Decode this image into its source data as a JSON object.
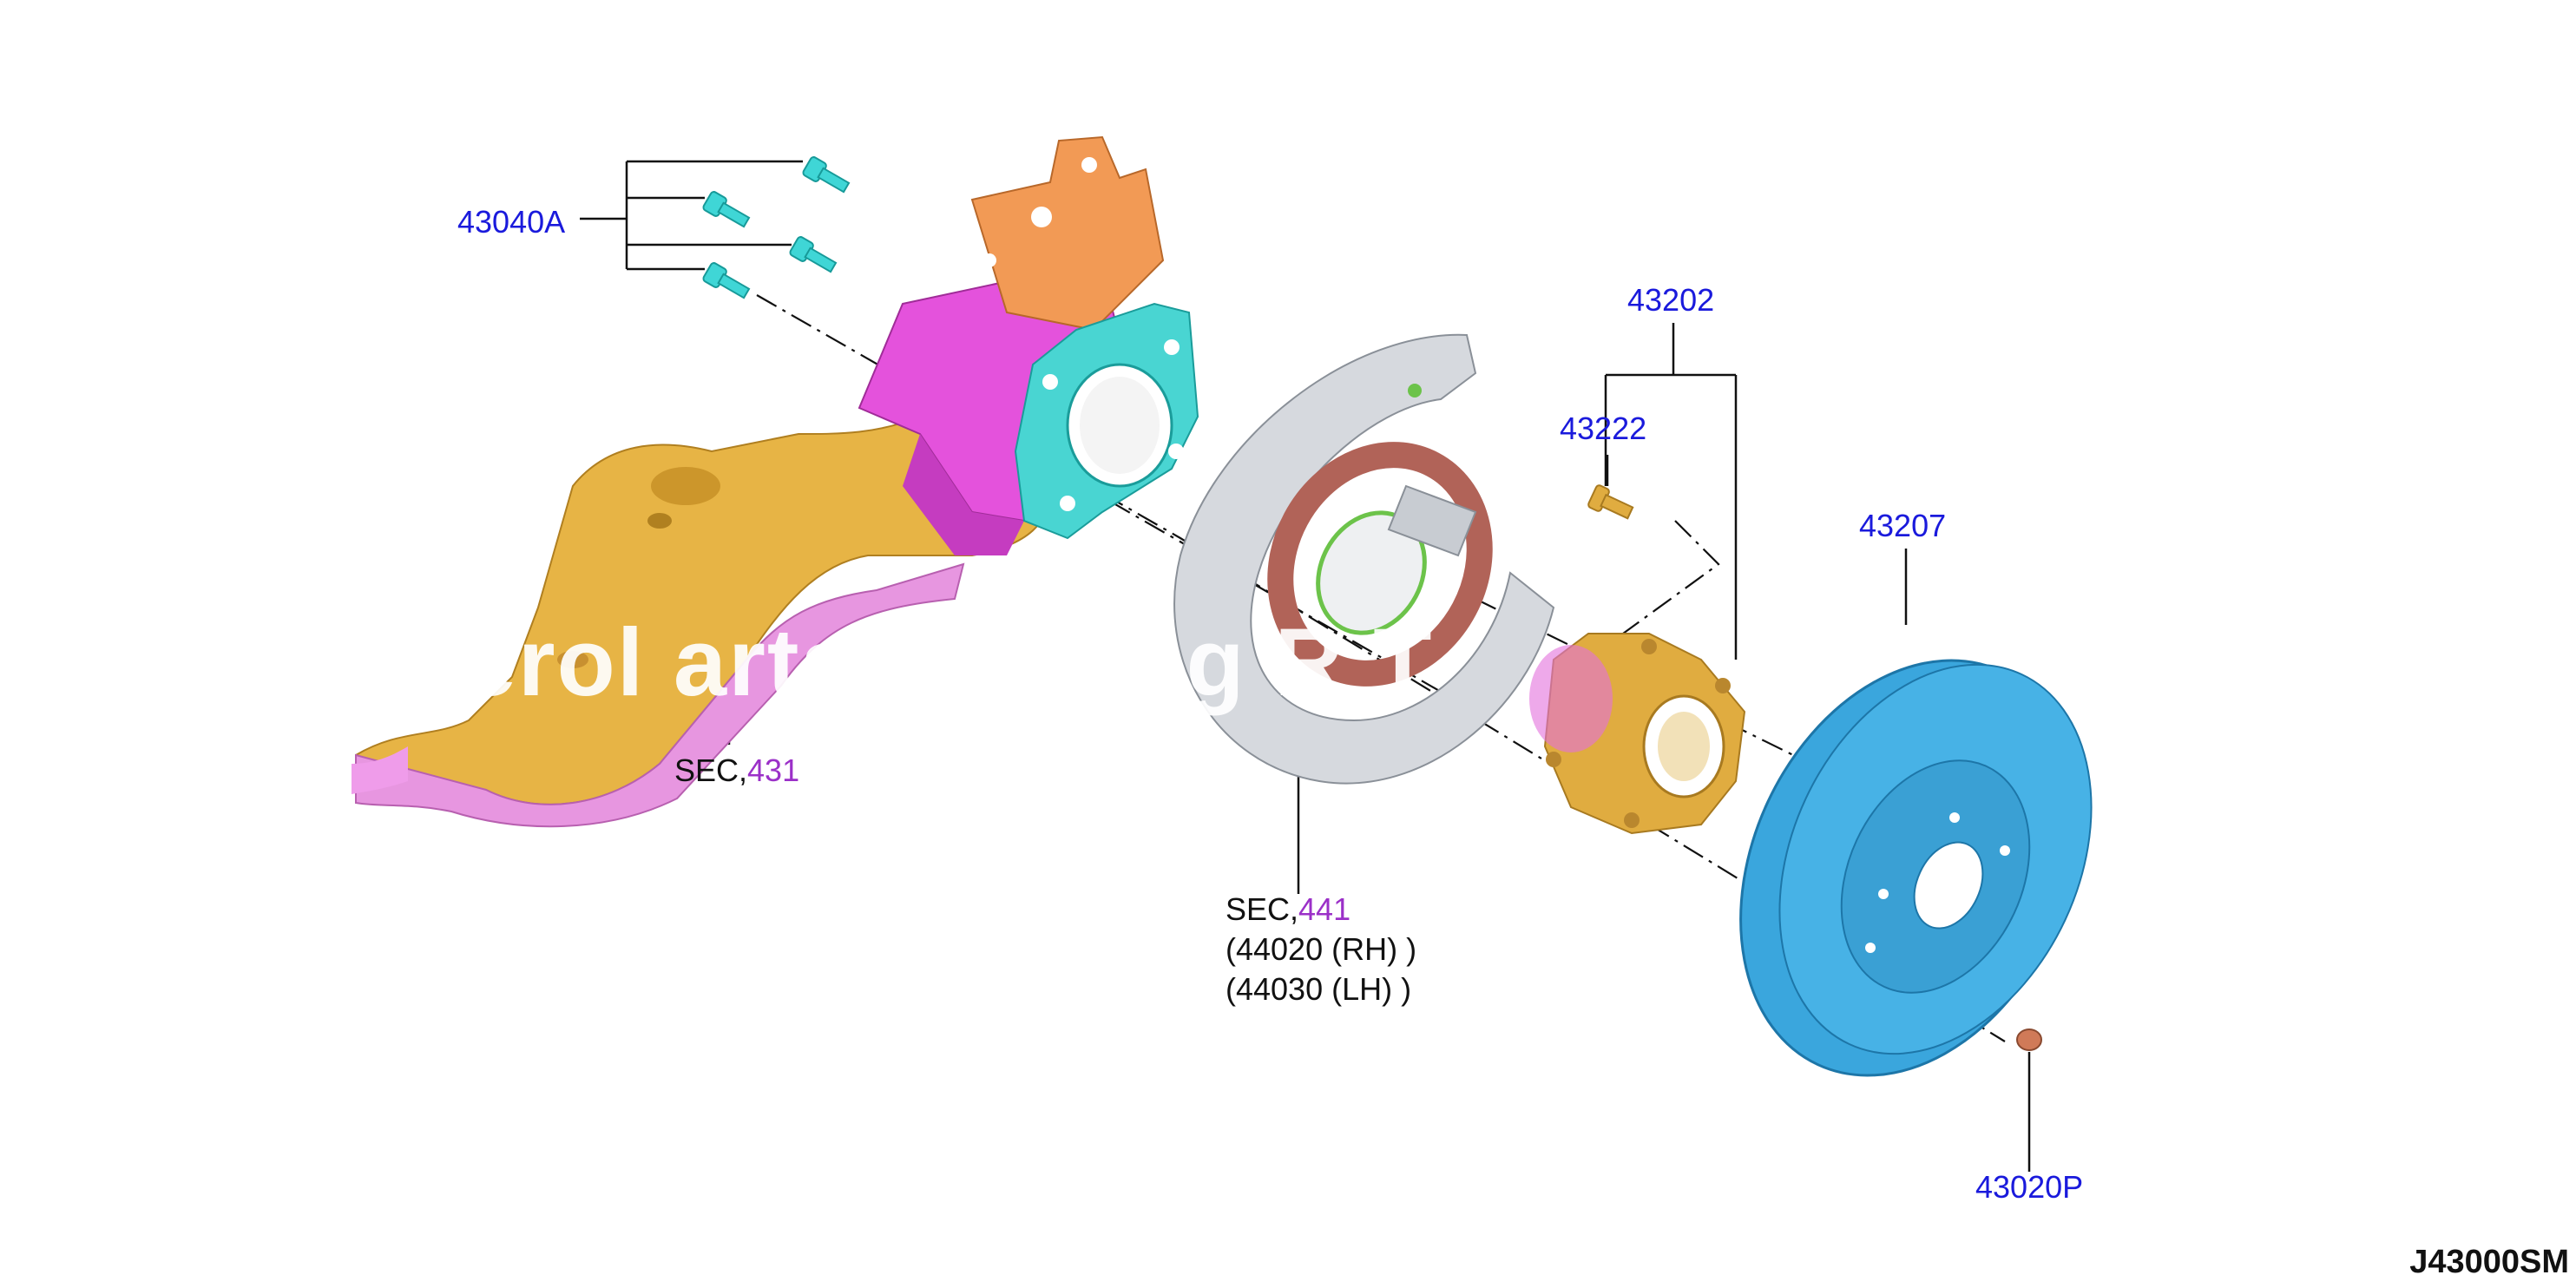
{
  "labels": {
    "bolt_part": "43040A",
    "hub_assy_part": "43202",
    "hub_bolt_part": "43222",
    "rotor_part": "43207",
    "cap_part": "43020P",
    "sec1_prefix": "SEC,",
    "sec1_ref": "431",
    "sec2_prefix": "SEC,",
    "sec2_ref": "441",
    "sec2_rh": "(44020 (RH) )",
    "sec2_lh": "(44030 (LH) )"
  },
  "watermark": "Merol          arts Catalog  R T",
  "diagram_code": "J43000SM",
  "colors": {
    "part_number": "#1a1adc",
    "section_ref": "#9b30c8",
    "arm_gold": "#e2ad3a",
    "arm_pink": "#e58ae0",
    "knuckle_magenta": "#e54ee0",
    "bracket_orange": "#f0904a",
    "cyan": "#3fd6d6",
    "backplate_gray": "#cfd3d9",
    "shoe_brown": "#b5655a",
    "rotor_blue": "#3aa6dd"
  },
  "icons": {
    "bolts": "hex-flange-bolt",
    "hub_bolt": "wheel-stud",
    "cap": "hub-cap"
  }
}
